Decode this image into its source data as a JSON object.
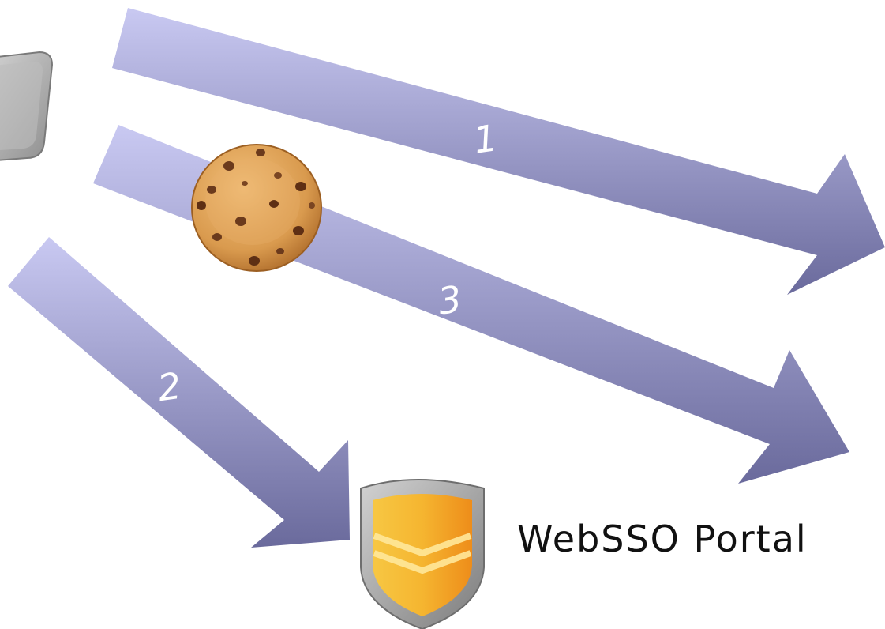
{
  "arrows": [
    {
      "id": "arrow-1",
      "label": "1"
    },
    {
      "id": "arrow-2",
      "label": "2"
    },
    {
      "id": "arrow-3",
      "label": "3"
    }
  ],
  "portal": {
    "label": "WebSSO Portal"
  },
  "icons": {
    "client": "laptop-icon",
    "cookie": "cookie-icon",
    "portal": "shield-icon"
  },
  "colors": {
    "arrow_light": "#c9c9f2",
    "arrow_dark": "#6a6a9c",
    "shield_gold": "#f5b530",
    "shield_silver": "#9e9e9e",
    "cookie": "#d99a4e"
  }
}
